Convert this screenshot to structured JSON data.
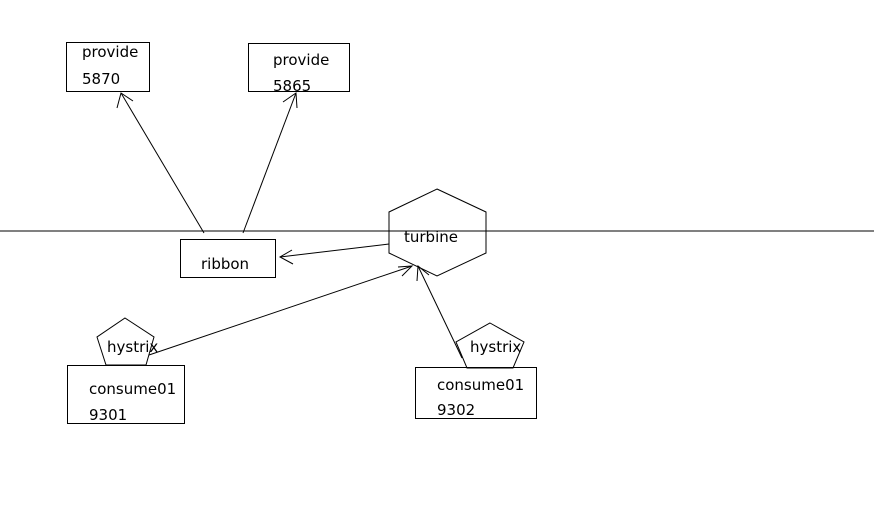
{
  "nodes": {
    "provide_a": {
      "title": "provide",
      "port": "5870"
    },
    "provide_b": {
      "title": "provide",
      "port": "5865"
    },
    "ribbon": {
      "label": "ribbon"
    },
    "turbine": {
      "label": "turbine"
    },
    "consume_a": {
      "title": "consume01",
      "port": "9301",
      "badge": "hystrix"
    },
    "consume_b": {
      "title": "consume01",
      "port": "9302",
      "badge": "hystrix"
    }
  }
}
